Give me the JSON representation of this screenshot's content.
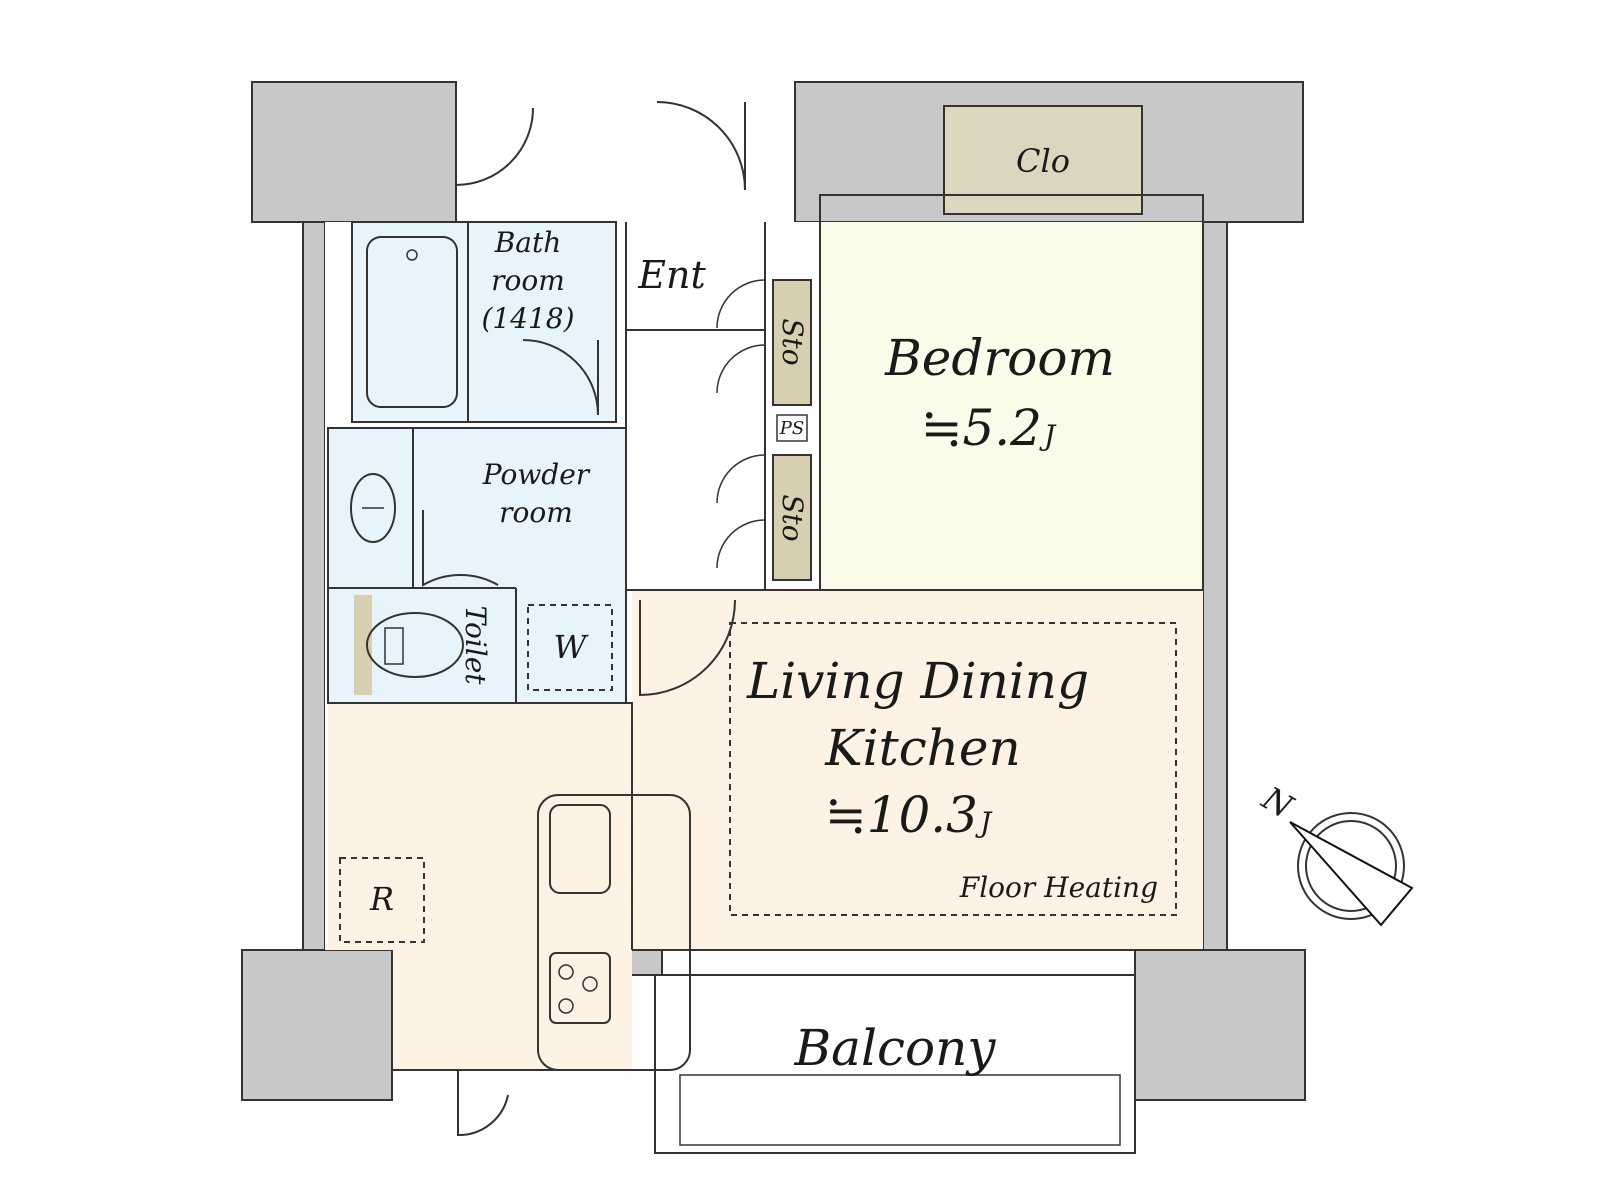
{
  "rooms": {
    "bath": {
      "line1": "Bath",
      "line2": "room",
      "line3": "(1418)"
    },
    "entrance": {
      "label": "Ent"
    },
    "storage_top": {
      "label": "Sto"
    },
    "storage_bottom": {
      "label": "Sto"
    },
    "pipe_space": {
      "label": "PS"
    },
    "closet": {
      "label": "Clo"
    },
    "bedroom": {
      "label": "Bedroom",
      "area": "≒5.2",
      "unit": "J"
    },
    "powder": {
      "line1": "Powder",
      "line2": "room"
    },
    "toilet": {
      "label": "Toilet"
    },
    "washer": {
      "label": "W"
    },
    "ldk": {
      "line1": "Living Dining",
      "line2": "Kitchen",
      "area": "≒10.3",
      "unit": "J",
      "note": "Floor Heating"
    },
    "refrigerator": {
      "label": "R"
    },
    "balcony": {
      "label": "Balcony"
    }
  },
  "compass": {
    "label": "N"
  },
  "colors": {
    "wall": "#c8c8c8",
    "wet_area": "#e8f4fb",
    "bedroom": "#fbfbea",
    "ldk": "#fdf2e3",
    "closet": "#ddd6bf",
    "storage": "#d6cfb0"
  }
}
